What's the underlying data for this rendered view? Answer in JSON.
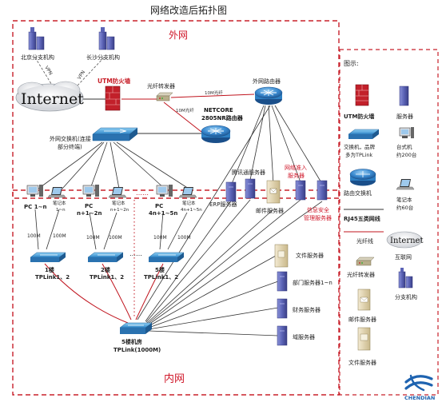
{
  "title": "网络改造后拓扑图",
  "zones": {
    "outer": "外网",
    "inner": "内网"
  },
  "branches": {
    "beijing": "北京分支机构",
    "changsha": "长沙分支机构"
  },
  "vpn": "VPN",
  "internet": "Internet",
  "firewall": "UTM防火墙",
  "fiber_converter": "光纤转发器",
  "outer_router": "外网路由器",
  "link_10m_fiber": "10M光纤",
  "link_10m_fiber_2": "10M光纤",
  "netcore_router": {
    "line1": "NETCORE",
    "line2": "2805NR路由器"
  },
  "outer_switch": {
    "line1": "外网交换机(连接",
    "line2": "部分终端)"
  },
  "servers_outer": {
    "tencent": "腾讯通服务器",
    "nac": {
      "line1": "网络准入",
      "line2": "服务器"
    },
    "erp": "ERP服务器",
    "mail": "邮件服务器",
    "security": {
      "line1": "信息安全",
      "line2": "管理服务器"
    }
  },
  "pcs": [
    {
      "pc": "PC 1~n",
      "nb_line1": "笔记本",
      "nb_line2": "1~n"
    },
    {
      "pc_line1": "PC",
      "pc_line2": "n+1~2n",
      "nb_line1": "笔记本",
      "nb_line2": "n+1~2n"
    },
    {
      "pc_line1": "PC",
      "pc_line2": "4n+1~5n",
      "nb_line1": "笔记本",
      "nb_line2": "4n+1~5n"
    }
  ],
  "dots": "……",
  "link_100m": "100M",
  "floor_switches": [
    {
      "line1": "1楼",
      "line2": "TPLink1、2"
    },
    {
      "line1": "2楼",
      "line2": "TPLink1、2"
    },
    {
      "line1": "5楼",
      "line2": "TPLink1、2"
    }
  ],
  "core_switch": {
    "line1": "5楼机房",
    "line2": "TPLink(1000M)"
  },
  "inner_servers": {
    "file": "文件服务器",
    "dept": "部门服务器1~n",
    "finance": "财务服务器",
    "domain": "域服务器"
  },
  "legend": {
    "title": "图示:",
    "firewall": "UTM防火墙",
    "server": "服务器",
    "switch_line1": "交换机，品牌",
    "switch_line2": "多为TPLink",
    "desktop_line1": "台式机",
    "desktop_line2": "约200台",
    "router": "路由交换机",
    "laptop_line1": "笔记本",
    "laptop_line2": "约60台",
    "rj45": "RJ45五类网线",
    "fiber": "光纤线",
    "internet_icon": "Internet",
    "internet": "互联网",
    "converter": "光纤转发器",
    "branch": "分支机构",
    "mail": "邮件服务器",
    "file": "文件服务器"
  },
  "logo": "CHENDIAN",
  "colors": {
    "zone_border": "#c8202a",
    "zone_label": "#d0182a",
    "fiber": "#c0141e",
    "router_blue": "#2e7fc2",
    "switch_blue": "#3a8fd0",
    "server_blue": "#5a62b0",
    "firewall_red": "#c2202a"
  }
}
